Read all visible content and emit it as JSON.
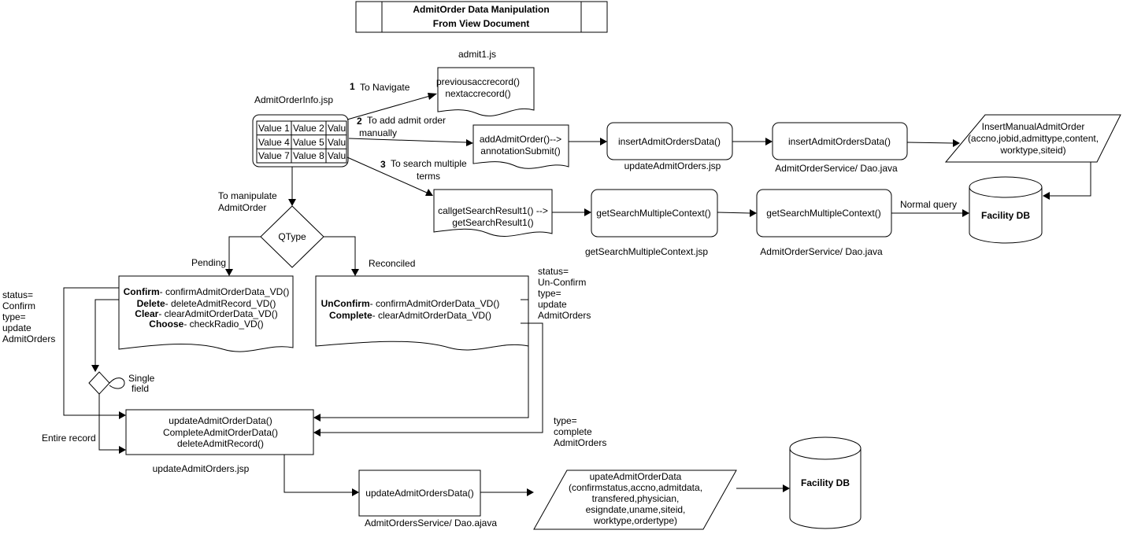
{
  "title": {
    "line1": "AdmitOrder Data Manipulation",
    "line2": "From View Document"
  },
  "admit_js": {
    "label": "admit1.js",
    "lines": [
      "previousaccrecord()",
      "nextaccrecord()"
    ]
  },
  "admit_order_info": {
    "label": "AdmitOrderInfo.jsp",
    "table": [
      [
        "Value 1",
        "Value 2",
        "Valu"
      ],
      [
        "Value 4",
        "Value 5",
        "Valu"
      ],
      [
        "Value 7",
        "Value 8",
        "Valu"
      ]
    ]
  },
  "steps": {
    "s1_num": "1",
    "s1_text": "To Navigate",
    "s2_num": "2",
    "s2_line1": "To add admit order",
    "s2_line2": "manually",
    "s3_num": "3",
    "s3_line1": "To search multiple",
    "s3_line2": "terms"
  },
  "add_admit": {
    "lines": [
      "addAdmitOrder()-->",
      "annotationSubmit()"
    ]
  },
  "insert_jsp": {
    "text": "insertAdmitOrdersData()",
    "caption": "updateAdmitOrders.jsp"
  },
  "insert_service": {
    "text": "insertAdmitOrdersData()",
    "caption": "AdmitOrderService/ Dao.java"
  },
  "insert_manual": {
    "lines": [
      "InsertManualAdmitOrder",
      "(accno,jobid,admittype,content,",
      "worktype,siteid)"
    ]
  },
  "facility_db_1": {
    "label": "Facility DB"
  },
  "search_call": {
    "lines": [
      "callgetSearchResult1() -->",
      "getSearchResult1()"
    ]
  },
  "search_jsp": {
    "text": "getSearchMultipleContext()",
    "caption": "getSearchMultipleContext.jsp"
  },
  "search_service": {
    "text": "getSearchMultipleContext()",
    "caption": "AdmitOrderService/ Dao.java"
  },
  "normal_query": "Normal query",
  "manipulate": {
    "line1": "To manipulate",
    "line2": "AdmitOrder"
  },
  "qtype": {
    "label": "QType",
    "pending": "Pending",
    "reconciled": "Reconciled"
  },
  "pending_doc": {
    "lines": [
      {
        "bold": "Confirm",
        "rest": "- confirmAdmitOrderData_VD()"
      },
      {
        "bold": "Delete",
        "rest": "- deleteAdmitRecord_VD()"
      },
      {
        "bold": "Clear",
        "rest": "- clearAdmitOrderData_VD()"
      },
      {
        "bold": "Choose",
        "rest": "- checkRadio_VD()"
      }
    ]
  },
  "reconciled_doc": {
    "lines": [
      {
        "bold": "UnConfirm",
        "rest": "- confirmAdmitOrderData_VD()"
      },
      {
        "bold": "Complete",
        "rest": "- clearAdmitOrderData_VD()"
      }
    ]
  },
  "status_confirm": [
    "status=",
    "Confirm",
    "type=",
    "update",
    "AdmitOrders"
  ],
  "status_unconfirm": [
    "status=",
    "Un-Confirm",
    "type=",
    "update",
    "AdmitOrders"
  ],
  "type_complete": [
    "type=",
    "complete",
    "AdmitOrders"
  ],
  "single_field": [
    "Single",
    "field"
  ],
  "entire_record": "Entire record",
  "update_jsp": {
    "lines": [
      "updateAdmitOrderData()",
      "CompleteAdmitOrderData()",
      "deleteAdmitRecord()"
    ],
    "caption": "updateAdmitOrders.jsp"
  },
  "update_service": {
    "text": "updateAdmitOrdersData()",
    "caption": "AdmitOrdersService/ Dao.ajava"
  },
  "update_data": {
    "lines": [
      "upateAdmitOrderData",
      "(confirmstatus,accno,admitdata,",
      "transfered,physician,",
      "esigndate,uname,siteid,",
      "worktype,ordertype)"
    ]
  },
  "facility_db_2": {
    "label": "Facility DB"
  }
}
